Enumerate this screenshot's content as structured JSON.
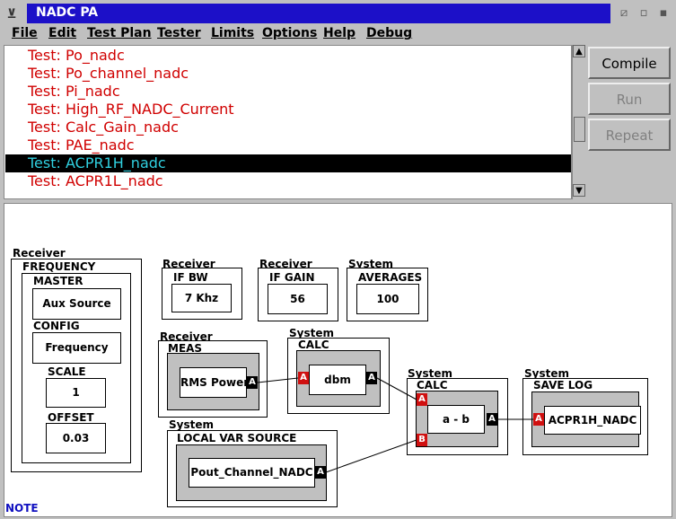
{
  "window": {
    "title": "NADC PA"
  },
  "menu": [
    "File",
    "Edit",
    "Test Plan",
    "Tester",
    "Limits",
    "Options",
    "Help",
    "Debug"
  ],
  "tests": [
    "Test: Po_nadc",
    "Test: Po_channel_nadc",
    "Test: Pi_nadc",
    "Test: High_RF_NADC_Current",
    "Test: Calc_Gain_nadc",
    "Test: PAE_nadc",
    "Test: ACPR1H_nadc",
    "Test: ACPR1L_nadc"
  ],
  "selected_index": 6,
  "buttons": {
    "compile": "Compile",
    "run": "Run",
    "repeat": "Repeat"
  },
  "blocks": {
    "freq": {
      "cat": "Receiver",
      "name": "FREQUENCY",
      "master_label": "MASTER",
      "master_val": "Aux Source",
      "config_label": "CONFIG",
      "config_val": "Frequency",
      "scale_label": "SCALE",
      "scale_val": "1",
      "offset_label": "OFFSET",
      "offset_val": "0.03"
    },
    "ifbw": {
      "cat": "Receiver",
      "name": "IF BW",
      "val": "7 Khz"
    },
    "ifgain": {
      "cat": "Receiver",
      "name": "IF GAIN",
      "val": "56"
    },
    "avg": {
      "cat": "System",
      "name": "AVERAGES",
      "val": "100"
    },
    "meas": {
      "cat": "Receiver",
      "name": "MEAS",
      "val": "RMS Power"
    },
    "calc1": {
      "cat": "System",
      "name": "CALC",
      "val": "dbm"
    },
    "calc2": {
      "cat": "System",
      "name": "CALC",
      "val": "a - b"
    },
    "savelog": {
      "cat": "System",
      "name": "SAVE LOG",
      "val": "ACPR1H_NADC"
    },
    "lvs": {
      "cat": "System",
      "name": "LOCAL VAR SOURCE",
      "val": "Pout_Channel_NADC"
    }
  },
  "ports": {
    "a": "A",
    "b": "B"
  },
  "note": "NOTE"
}
